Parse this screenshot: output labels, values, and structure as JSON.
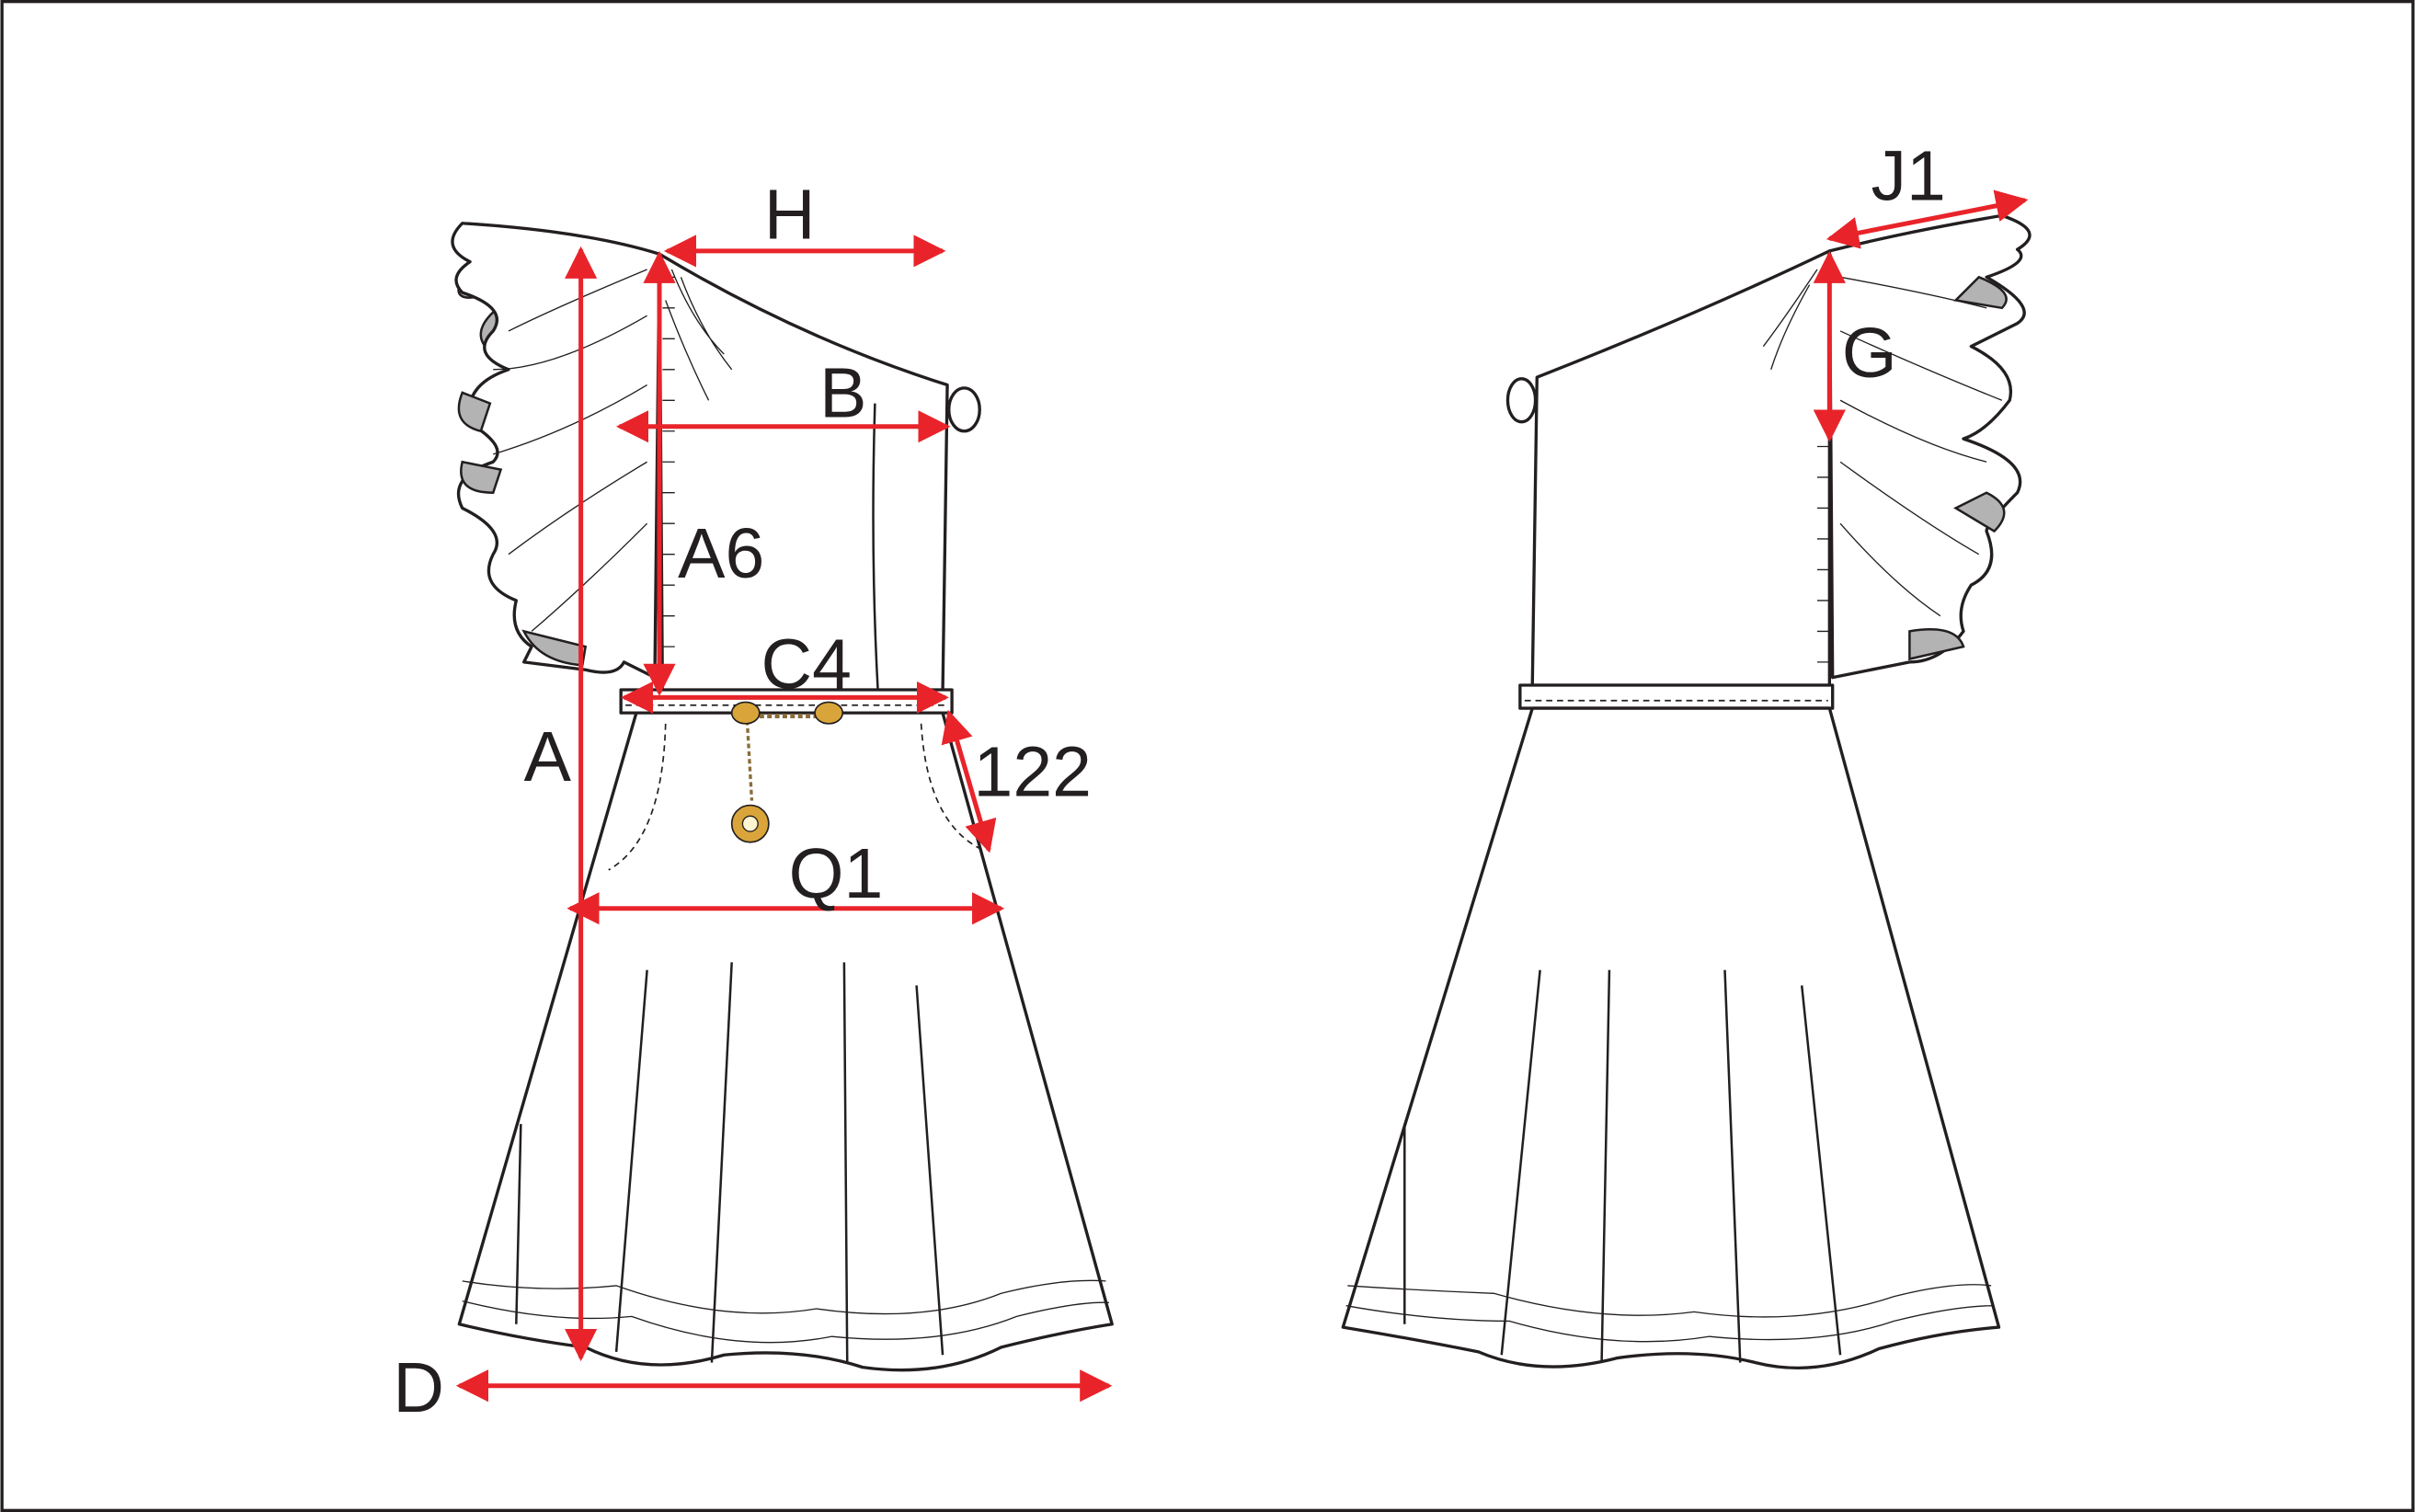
{
  "title": "One-shoulder ruffle dress technical flat with measurement points",
  "colors": {
    "measure_arrow": "#e8242a",
    "outline": "#231f20",
    "hardware": "#d9a53a"
  },
  "front_labels": {
    "H": "H",
    "B": "B",
    "A6": "A6",
    "C4": "C4",
    "m122": "122",
    "A": "A",
    "Q1": "Q1",
    "D": "D"
  },
  "back_labels": {
    "J1": "J1",
    "G": "G"
  }
}
